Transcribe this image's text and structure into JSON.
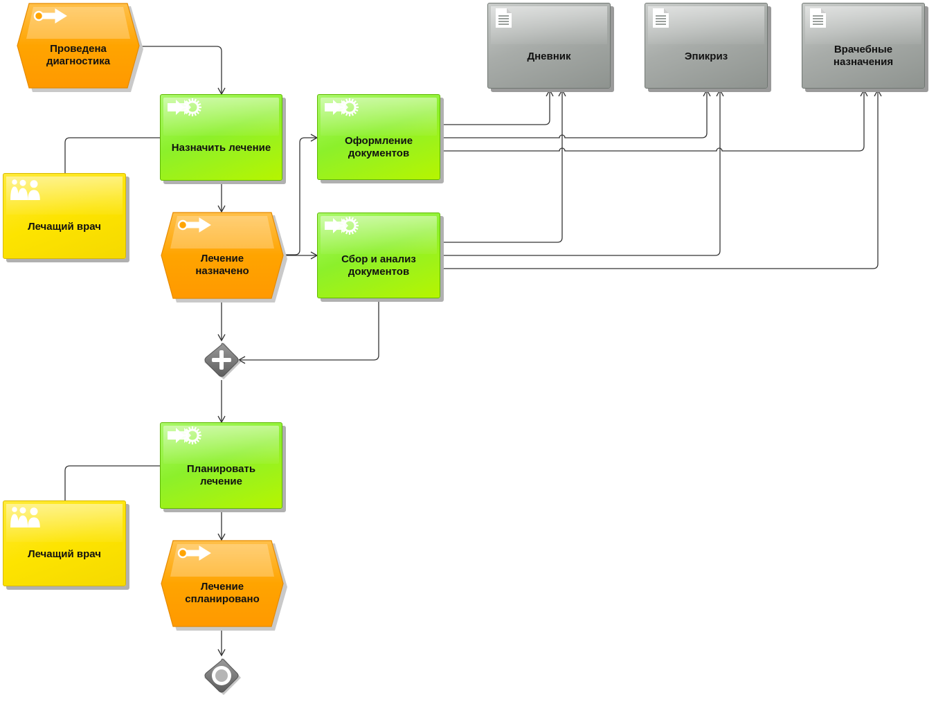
{
  "events": [
    {
      "id": "ev1",
      "label": [
        "Проведена",
        "диагностика"
      ]
    },
    {
      "id": "ev2",
      "label": [
        "Лечение",
        "назначено"
      ]
    },
    {
      "id": "ev3",
      "label": [
        "Лечение",
        "спланировано"
      ]
    }
  ],
  "functions": [
    {
      "id": "fn1",
      "label": [
        "Назначить лечение"
      ]
    },
    {
      "id": "fn2",
      "label": [
        "Оформление",
        "документов"
      ]
    },
    {
      "id": "fn3",
      "label": [
        "Сбор и анализ",
        "документов"
      ]
    },
    {
      "id": "fn4",
      "label": [
        "Планировать",
        "лечение"
      ]
    }
  ],
  "roles": [
    {
      "id": "r1",
      "label": [
        "Лечащий врач"
      ]
    },
    {
      "id": "r2",
      "label": [
        "Лечащий врач"
      ]
    }
  ],
  "documents": [
    {
      "id": "d1",
      "label": [
        "Дневник"
      ]
    },
    {
      "id": "d2",
      "label": [
        "Эпикриз"
      ]
    },
    {
      "id": "d3",
      "label": [
        "Врачебные",
        "назначения"
      ]
    }
  ],
  "gateways": [
    {
      "id": "and1",
      "icon": "plus-icon"
    },
    {
      "id": "end1",
      "icon": "end-circle-icon"
    }
  ],
  "colors": {
    "event": "#ffa400",
    "function": "#8cf02b",
    "role": "#fde400",
    "document": "#a8aca9",
    "connector": "#333333"
  }
}
